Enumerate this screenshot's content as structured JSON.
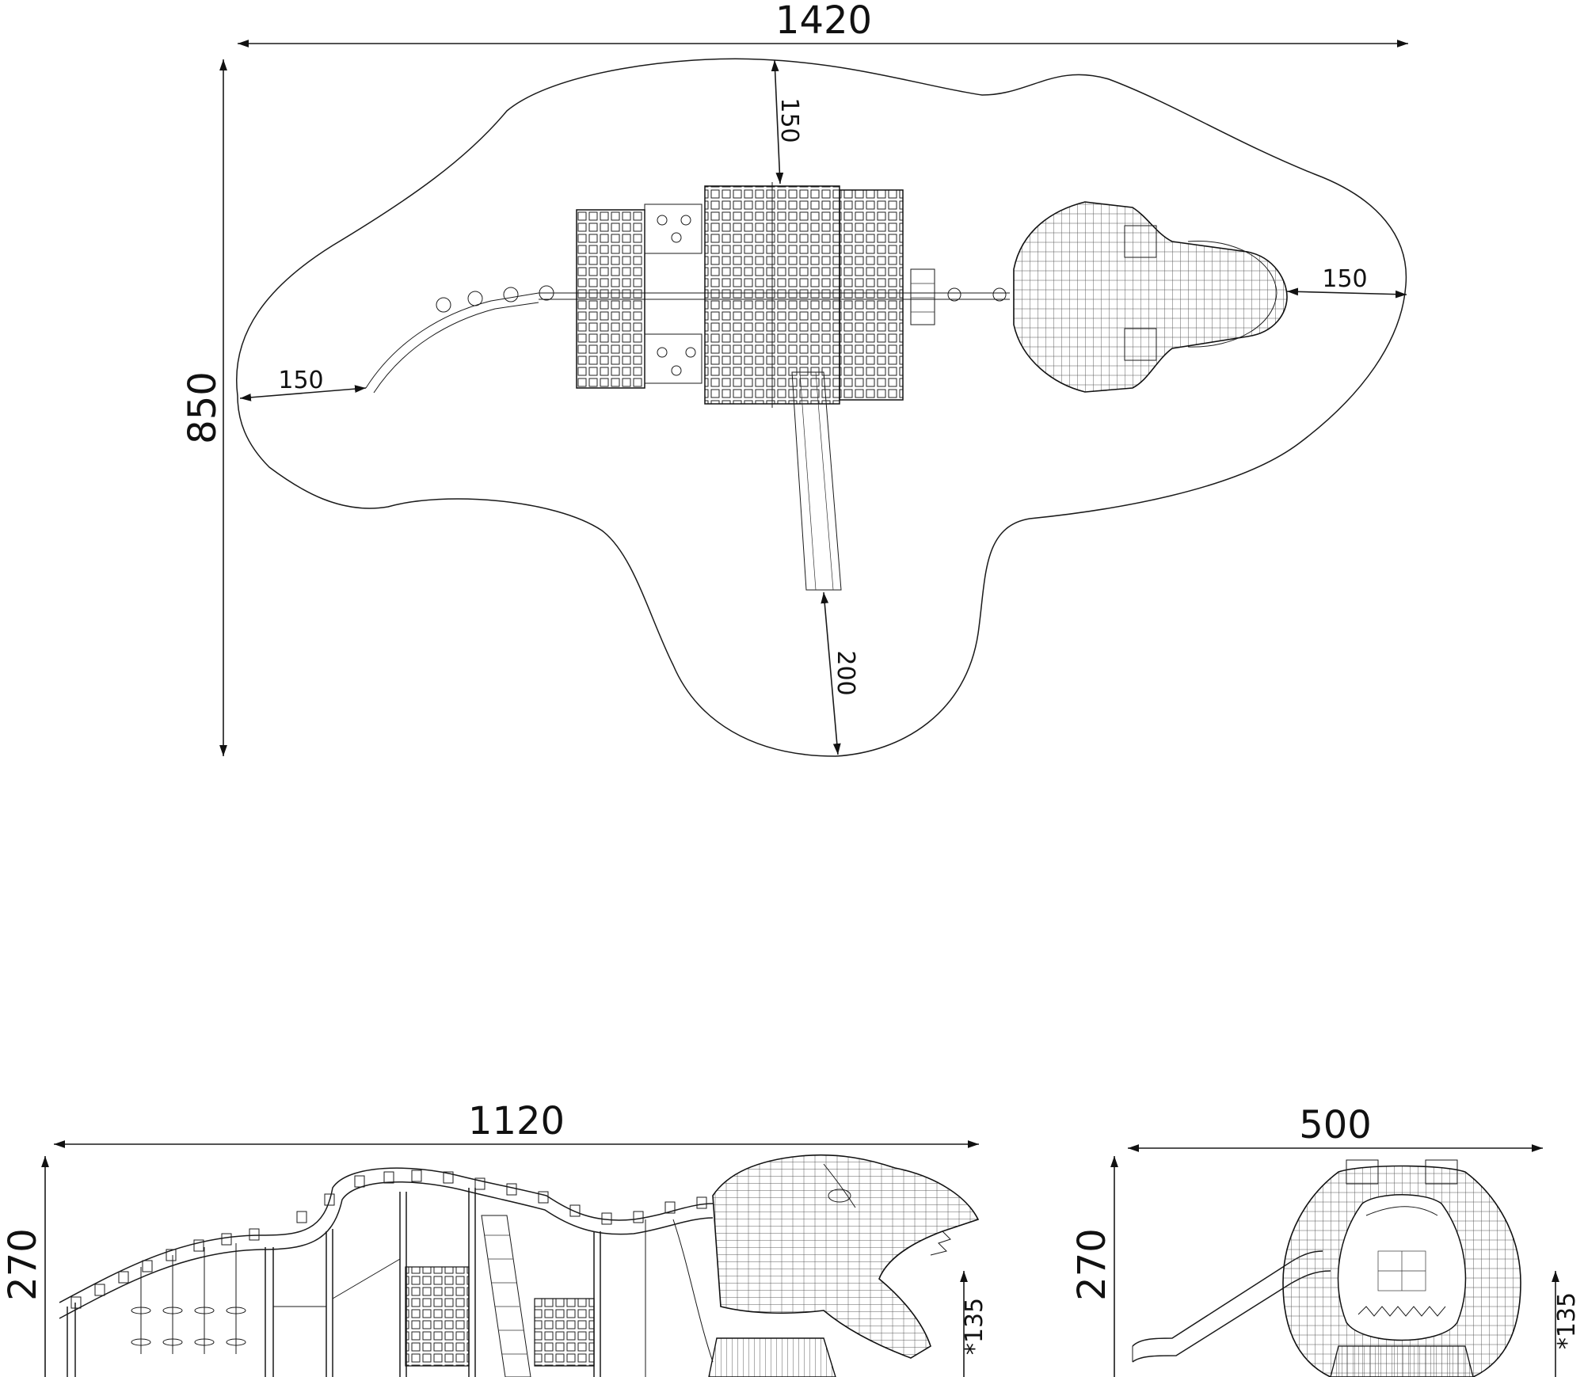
{
  "plan_view": {
    "width_label": "1420",
    "depth_label": "850",
    "clearance_top": "150",
    "clearance_left": "150",
    "clearance_right": "150",
    "clearance_slide": "200"
  },
  "side_view": {
    "length_label": "1120",
    "height_label": "270",
    "platform_label": "*135"
  },
  "front_view": {
    "width_label": "500",
    "height_label": "270",
    "platform_label": "*135"
  }
}
